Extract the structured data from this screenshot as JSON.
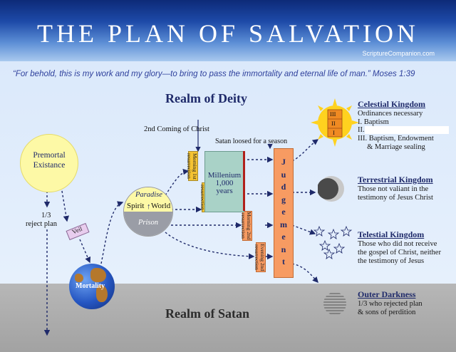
{
  "header": {
    "title": "THE PLAN OF SALVATION",
    "site": "ScriptureCompanion.com"
  },
  "quote": "“For behold, this is my work and my glory—to bring to pass the immortality and eternal life of man.”  Moses 1:39",
  "realms": {
    "deity": "Realm of Deity",
    "satan": "Realm of Satan"
  },
  "premortal": {
    "line1": "Premortal",
    "line2": "Existance"
  },
  "reject": {
    "line1": "1/3",
    "line2": "reject plan"
  },
  "veil": "Veil",
  "mortality": "Mortality",
  "spirit_world": {
    "paradise": "Paradise",
    "spirit": "Spirit",
    "world": "World",
    "prison": "Prison"
  },
  "second_coming": "2nd Coming of Christ",
  "satan_loosed": "Satan loosed for a season",
  "resurrections": {
    "morning_first": "Morning 1st resurrection",
    "evening_first": "Evening 1st resurrection",
    "morning_second": "Morning 2nd resurrection",
    "evening_second": "Evening 2nd resurrection"
  },
  "millenium": {
    "line1": "Millenium",
    "line2": "1,000",
    "line3": "years"
  },
  "judgement": "Judgement",
  "celestial": {
    "title": "Celestial Kingdom",
    "lines": [
      "Ordinances necessary",
      "I.   Baptism",
      "II.",
      "III. Baptism, Endowment",
      "     & Marriage sealing"
    ],
    "degrees": [
      "III",
      "II",
      "I"
    ]
  },
  "terrestrial": {
    "title": "Terrestrial Kingdom",
    "lines": [
      "Those not valiant in the",
      "testimony of Jesus Christ"
    ]
  },
  "telestial": {
    "title": "Telestial Kingdom",
    "lines": [
      "Those who did not receive",
      "the gospel of Christ, neither",
      "the testimony of Jesus"
    ]
  },
  "outer": {
    "title": "Outer Darkness",
    "lines": [
      "1/3 who rejected plan",
      "& sons of perdition"
    ]
  },
  "colors": {
    "header": "#1d4aa8",
    "deity_bg": "#dbe9fb",
    "satan_bg": "#a8a8a8",
    "text_blue": "#1f2a6a",
    "judgement": "#f79b62",
    "millenium": "#a9d2c7",
    "resurrection_yellow": "#f5c332"
  }
}
